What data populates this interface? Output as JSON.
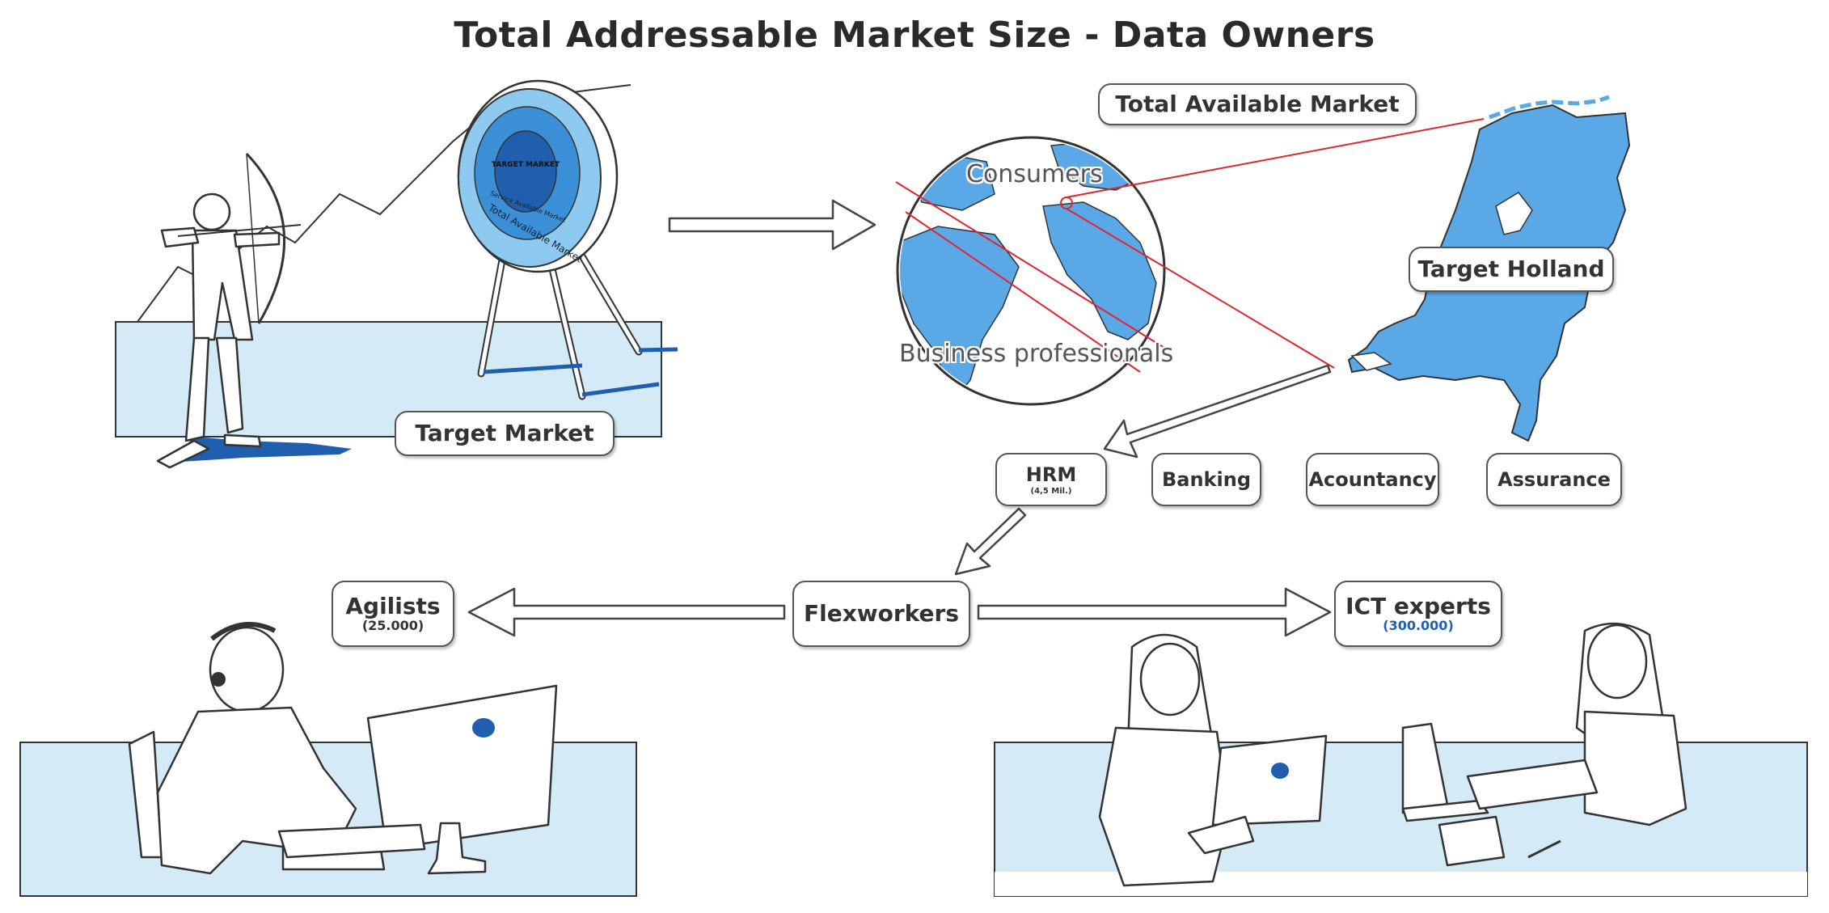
{
  "title": "Total Addressable Market Size - Data Owners",
  "colors": {
    "accent_blue": "#3b8fd6",
    "light_blue": "#d4ebf7",
    "dark_blue": "#1f5fae",
    "red_line": "#e0242f"
  },
  "labels": {
    "target_market": "Target Market",
    "total_available_market": "Total Available Market",
    "consumers": "Consumers",
    "business_professionals": "Business professionals",
    "target_holland": "Target Holland",
    "target_ring_inner": "TARGET MARKET",
    "target_ring_middle": "Service Available Market",
    "target_ring_outer": "Total Available Market"
  },
  "segments": [
    {
      "label": "HRM",
      "sub": "(4,5 Mil.)"
    },
    {
      "label": "Banking"
    },
    {
      "label": "Acountancy"
    },
    {
      "label": "Assurance"
    }
  ],
  "groups": {
    "flexworkers": "Flexworkers",
    "agilists": {
      "label": "Agilists",
      "count": "(25.000)"
    },
    "ict_experts": {
      "label": "ICT experts",
      "count": "(300.000)"
    }
  },
  "icons": [
    "archer-illustration",
    "target-board-icon",
    "globe-icon",
    "netherlands-map-icon",
    "call-agent-illustration",
    "laptop-workers-illustration",
    "arrow-icon"
  ]
}
